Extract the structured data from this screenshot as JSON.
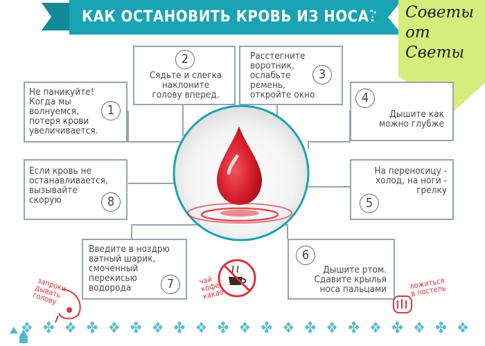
{
  "header": {
    "title": "КАК ОСТАНОВИТЬ КРОВЬ ИЗ НОСА?"
  },
  "tag": {
    "lines": [
      "Советы",
      "от",
      "Светы"
    ]
  },
  "tips": [
    {
      "number": "1",
      "text": "Не паникуйте!\nКогда мы\nволнуемся,\nпотеря крови\nувеличивается."
    },
    {
      "number": "2",
      "text": "Сядьте и слегка\nнаклоните\nголову вперед."
    },
    {
      "number": "3",
      "text": "Расстегните\nворотник,\nослабьте\nремень,\nоткройте окно"
    },
    {
      "number": "4",
      "text": "Дышите как\nможно глубже"
    },
    {
      "number": "5",
      "text": "На переносицу -\nхолод, на ноги -\nгрелку"
    },
    {
      "number": "6",
      "text": "Дышите ртом.\nСдавите крылья\nноса пальцами"
    },
    {
      "number": "7",
      "text": "Введите в ноздрю\nватный шарик,\nсмоченный\nперекисью\nводорода"
    },
    {
      "number": "8",
      "text": "Если кровь не\nостанавливается,\nвызывайте\nскорую"
    }
  ],
  "side_notes": {
    "no_tilt": "запроки-\nдывать\nголову",
    "no_coffee": "чай\nкофе\nкакао",
    "no_bed": "ложиться\nв постель"
  },
  "colors": {
    "teal": "#1aa3b3",
    "red": "#d91f2d",
    "tag": "#d6ec7c",
    "border": "#9aa3a6"
  }
}
